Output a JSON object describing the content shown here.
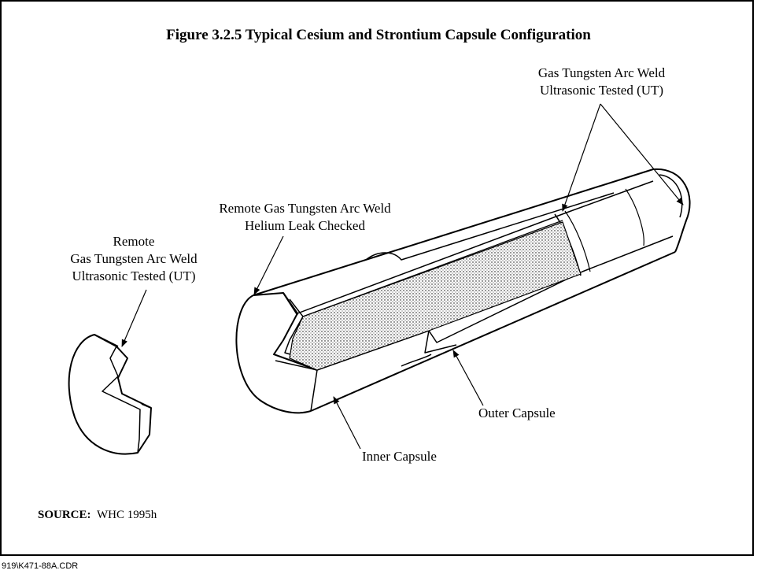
{
  "title": "Figure 3.2.5  Typical Cesium and Strontium Capsule Configuration",
  "labels": {
    "top_right": [
      "Gas Tungsten Arc Weld",
      "Ultrasonic Tested (UT)"
    ],
    "middle": [
      "Remote Gas Tungsten Arc Weld",
      "Helium Leak Checked"
    ],
    "left": [
      "Remote",
      "Gas Tungsten Arc Weld",
      "Ultrasonic Tested (UT)"
    ],
    "outer_capsule": "Outer Capsule",
    "inner_capsule": "Inner Capsule"
  },
  "source": {
    "label": "SOURCE:",
    "value": "WHC 1995h"
  },
  "file_ref": "919\\K471-88A.CDR"
}
